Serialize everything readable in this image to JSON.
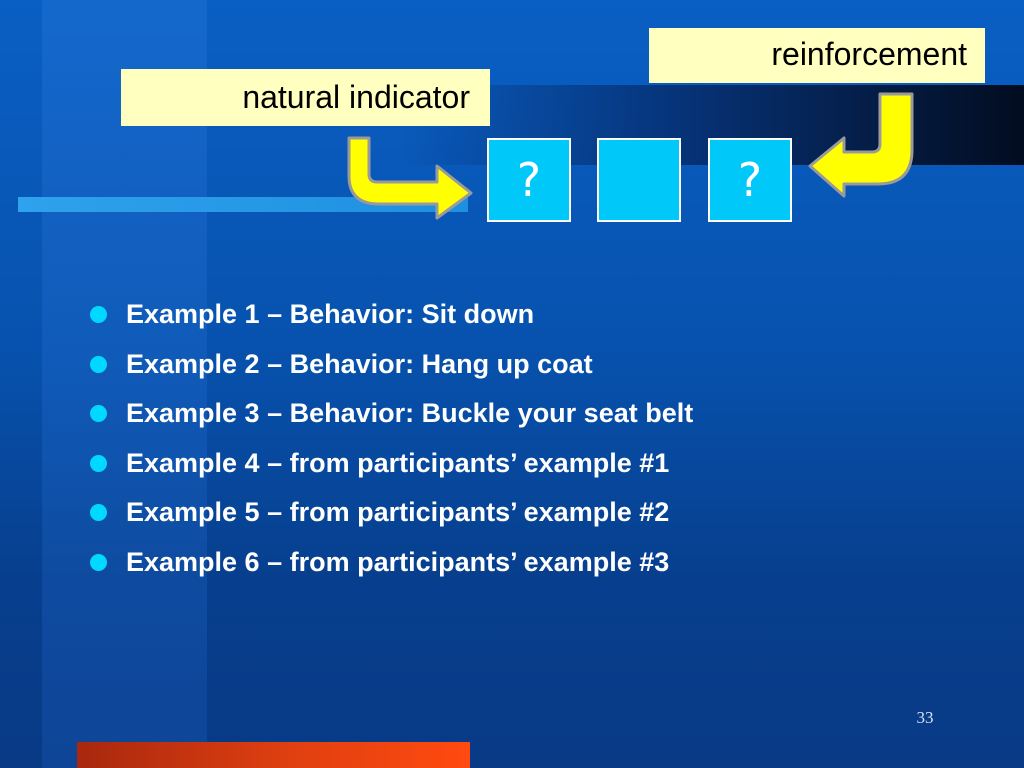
{
  "slide": {
    "labels": {
      "reinforcement": "reinforcement",
      "natural_indicator": "natural indicator"
    },
    "boxes": [
      "?",
      "",
      "?"
    ],
    "bullets": [
      "Example 1 – Behavior: Sit down",
      "Example 2 – Behavior: Hang up coat",
      "Example 3 – Behavior: Buckle your seat belt",
      "Example 4 – from participants’ example #1",
      "Example 5 – from participants’ example #2",
      "Example 6 – from participants’ example #3"
    ],
    "page_number": "33",
    "icons": {
      "arrow_left": "curved-arrow-right-icon",
      "arrow_right": "curved-arrow-left-icon"
    },
    "colors": {
      "label_bg": "#ffffc0",
      "box_fill": "#00c8f8",
      "bullet_dot": "#00d8ff",
      "arrow_fill": "#ffff00",
      "accent_bar": "#e04010"
    }
  }
}
